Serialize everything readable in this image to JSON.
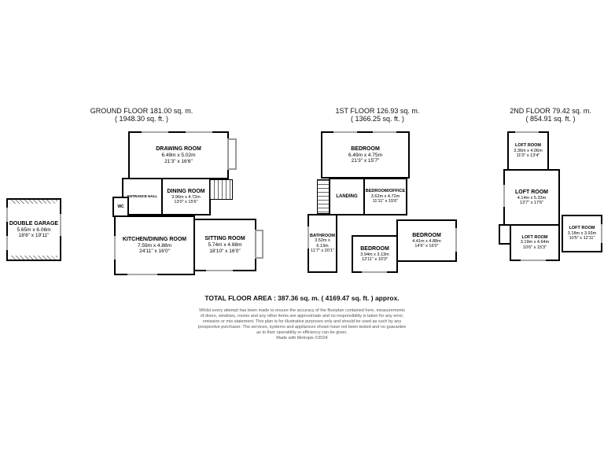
{
  "titles": {
    "ground": {
      "l1": "GROUND FLOOR 181.00 sq. m.",
      "l2": "( 1948.30 sq. ft. )"
    },
    "first": {
      "l1": "1ST FLOOR 126.93 sq. m.",
      "l2": "( 1366.25 sq. ft. )"
    },
    "second": {
      "l1": "2ND FLOOR 79.42 sq. m.",
      "l2": "( 854.91 sq. ft. )"
    }
  },
  "rooms": {
    "garage": {
      "name": "DOUBLE GARAGE",
      "metric": "5.65m x 6.06m",
      "imperial": "18'6\" x 19'11\""
    },
    "drawing": {
      "name": "DRAWING ROOM",
      "metric": "6.49m x 5.02m",
      "imperial": "21'3\" x 16'6\""
    },
    "dining": {
      "name": "DINING ROOM",
      "metric": "3.96m x 4.72m",
      "imperial": "13'0\" x 15'6\""
    },
    "entrance": {
      "name": "ENTRANCE HALL"
    },
    "wc": {
      "name": "WC"
    },
    "kitchen": {
      "name": "KITCHEN/DINING ROOM",
      "metric": "7.59m x 4.88m",
      "imperial": "24'11\" x 16'0\""
    },
    "sitting": {
      "name": "SITTING ROOM",
      "metric": "5.74m x 4.88m",
      "imperial": "18'10\" x 16'0\""
    },
    "bed1": {
      "name": "BEDROOM",
      "metric": "6.49m x 4.75m",
      "imperial": "21'3\" x 15'7\""
    },
    "landing": {
      "name": "LANDING"
    },
    "bedoffice": {
      "name": "BEDROOM/OFFICE",
      "metric": "3.62m x 4.72m",
      "imperial": "11'11\" x 15'6\""
    },
    "bathroom": {
      "name": "BATHROOM",
      "metric": "3.52m x 6.13m",
      "imperial": "11'7\" x 20'1\""
    },
    "bed2": {
      "name": "BEDROOM",
      "metric": "4.41m x 4.88m",
      "imperial": "14'6\" x 16'0\""
    },
    "bed3": {
      "name": "BEDROOM",
      "metric": "3.94m x 3.13m",
      "imperial": "12'11\" x 10'3\""
    },
    "loft1": {
      "name": "LOFT ROOM",
      "metric": "3.36m x 4.06m",
      "imperial": "11'0\" x 13'4\""
    },
    "loft2": {
      "name": "LOFT ROOM",
      "metric": "4.14m x 5.33m",
      "imperial": "13'7\" x 17'6\""
    },
    "loft3": {
      "name": "LOFT ROOM",
      "metric": "3.19m x 4.64m",
      "imperial": "10'6\" x 15'3\""
    },
    "loft4": {
      "name": "LOFT ROOM",
      "metric": "3.18m x 3.93m",
      "imperial": "10'5\" x 12'11\""
    }
  },
  "footer": {
    "total": "TOTAL FLOOR AREA : 387.36 sq. m. ( 4169.47 sq. ft. ) approx.",
    "d1": "Whilst every attempt has been made to ensure the accuracy of the floorplan contained here, measurements",
    "d2": "of doors, windows, rooms and any other items are approximate and no responsibility is taken for any error,",
    "d3": "omission or mis-statement. This plan is for illustrative purposes only and should be used as such by any",
    "d4": "prospective purchaser. The services, systems and appliances shown have not been tested and no guarantee",
    "d5": "as to their operability or efficiency can be given.",
    "credit": "Made with Metropix ©2024"
  }
}
